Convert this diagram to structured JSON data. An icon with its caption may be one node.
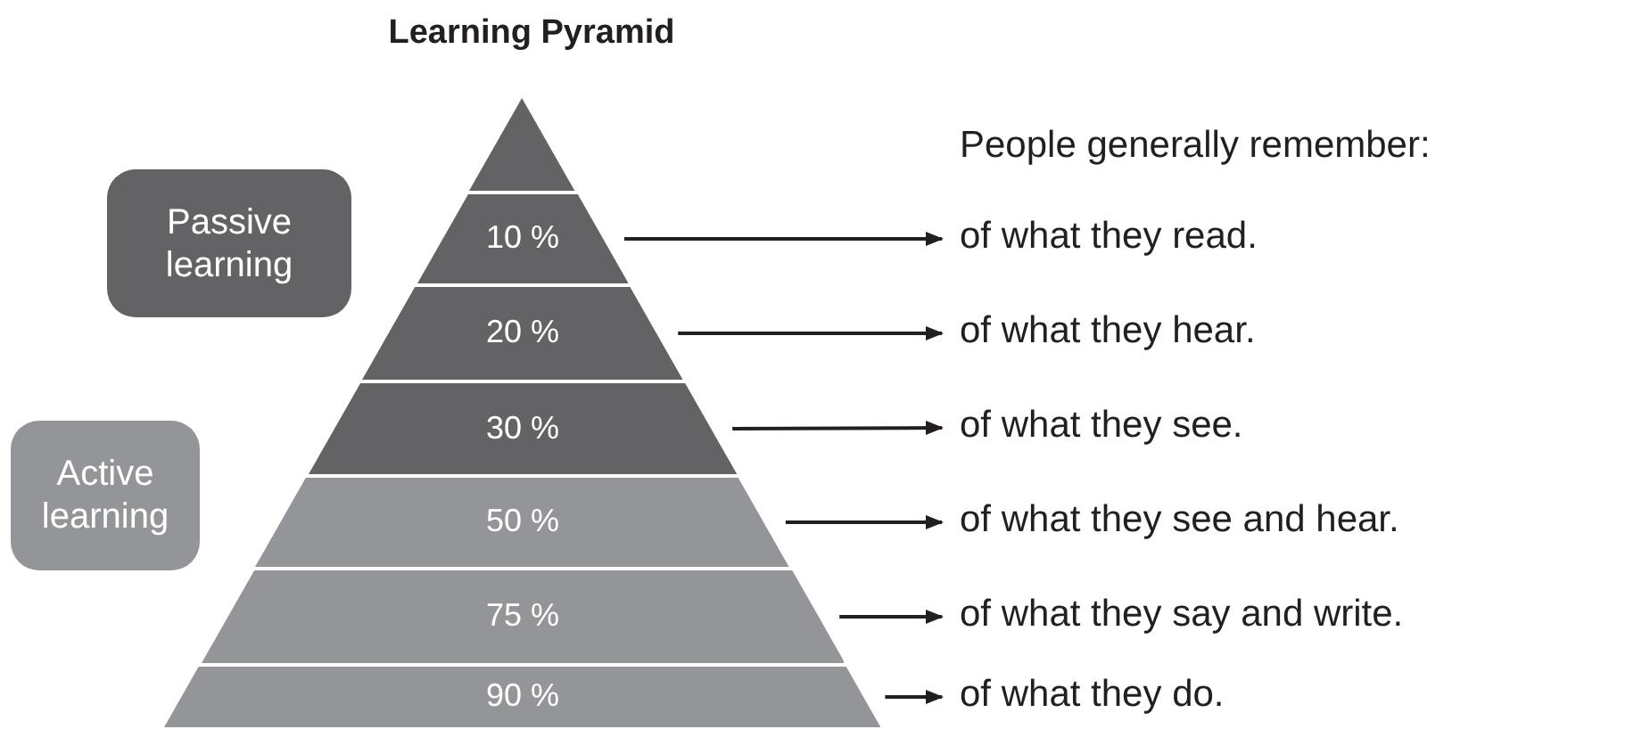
{
  "diagram": {
    "title": "Learning Pyramid",
    "nodes": [
      {
        "text": [
          "Passive learning"
        ]
      },
      {
        "text": [
          "Active learning"
        ]
      },
      {
        "text": [],
        "shape": "triangle"
      },
      {
        "text": [
          "10 %"
        ]
      },
      {
        "text": [
          "20 %"
        ]
      },
      {
        "text": [
          "30 %"
        ]
      },
      {
        "text": [
          "50 %"
        ]
      },
      {
        "text": [
          "75 %"
        ]
      },
      {
        "text": [
          "90 %"
        ]
      },
      {
        "text": [
          "of what they read."
        ]
      },
      {
        "text": [
          "of what they hear."
        ]
      },
      {
        "text": [
          "of what they see."
        ]
      },
      {
        "text": [
          "of what they see and hear."
        ]
      },
      {
        "text": [
          "of what they say and write."
        ]
      },
      {
        "text": [
          "of  what they do."
        ]
      }
    ],
    "edges": [
      {
        "from": 3,
        "to": 9,
        "arrow": "to"
      },
      {
        "from": 4,
        "to": 10,
        "arrow": "to"
      },
      {
        "from": 5,
        "to": 11,
        "arrow": "to"
      },
      {
        "from": 6,
        "to": 12,
        "arrow": "to"
      },
      {
        "from": 7,
        "to": 13,
        "arrow": "to"
      },
      {
        "from": 8,
        "to": 14,
        "arrow": "to"
      }
    ],
    "labels": [
      "People generally remember:"
    ]
  }
}
